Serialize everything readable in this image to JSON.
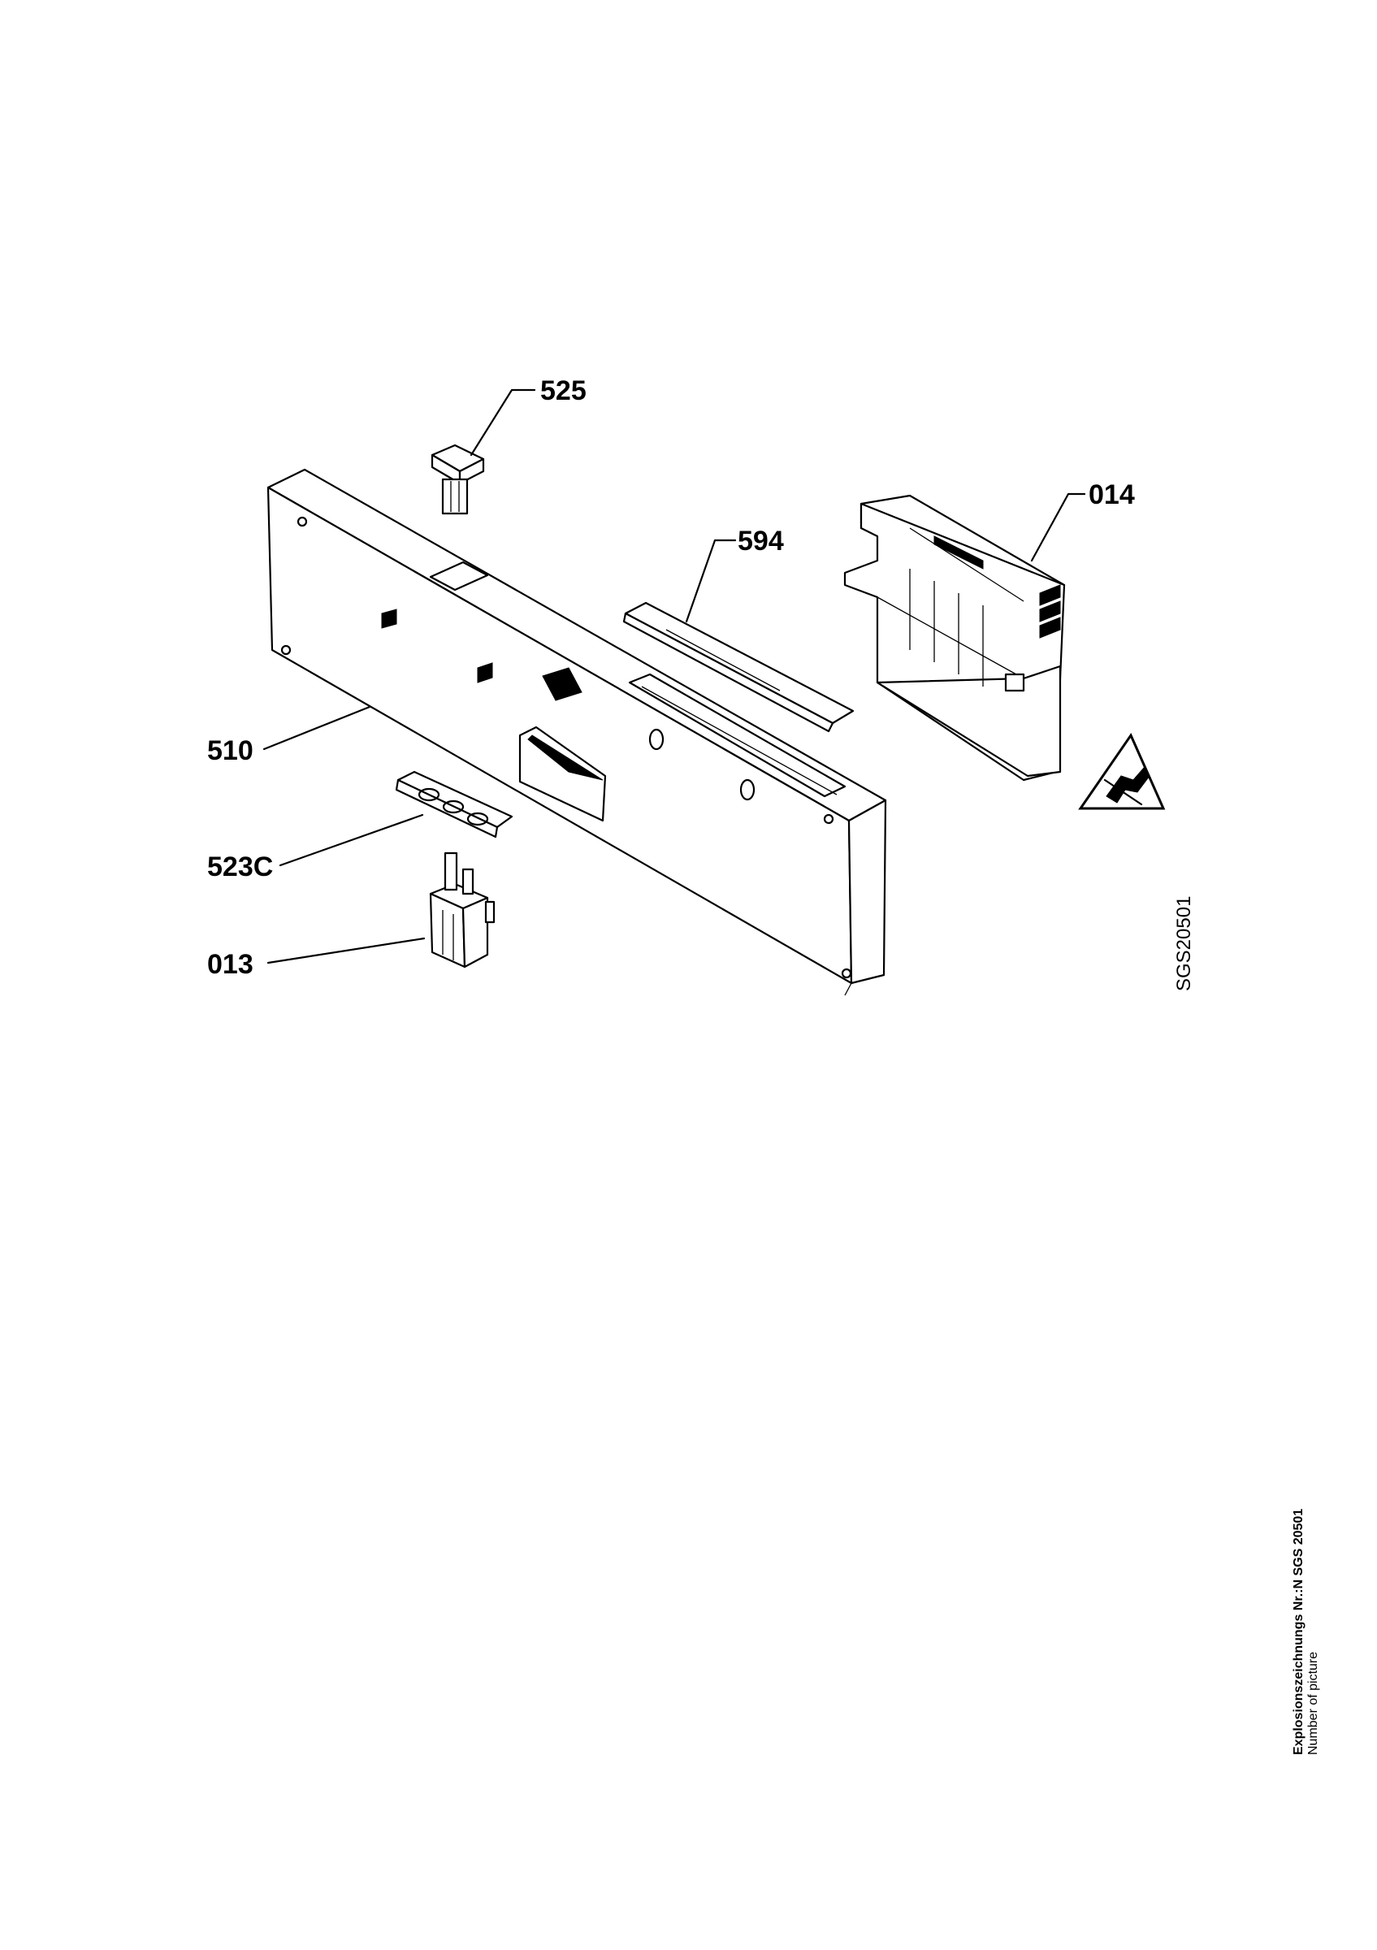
{
  "parts": {
    "p525": {
      "label": "525"
    },
    "p014": {
      "label": "014"
    },
    "p594": {
      "label": "594"
    },
    "p510": {
      "label": "510"
    },
    "p523c": {
      "label": "523C"
    },
    "p013": {
      "label": "013"
    }
  },
  "drawing_code": "SGS20501",
  "footer": {
    "line1": "Explosionszeichnungs Nr.:N SGS 20501",
    "line2": "Number of picture"
  }
}
